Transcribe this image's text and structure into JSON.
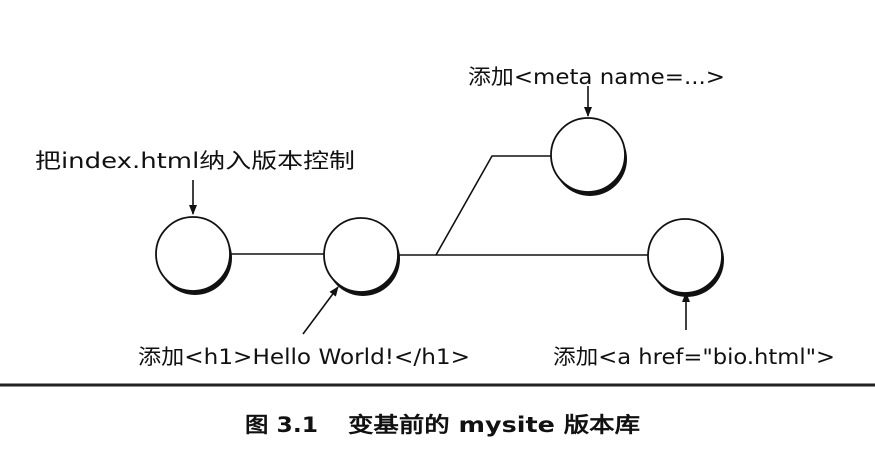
{
  "commits": [
    {
      "label": "把index.html纳入版本控制"
    },
    {
      "label": "添加<h1>Hello World!</h1>"
    },
    {
      "label": "添加<meta name=...>"
    },
    {
      "label": "添加<a href=\"bio.html\">"
    }
  ],
  "caption": {
    "number": "图 3.1",
    "title": "变基前的 mysite 版本库"
  },
  "colors": {
    "ink": "#111111",
    "background": "#ffffff"
  }
}
